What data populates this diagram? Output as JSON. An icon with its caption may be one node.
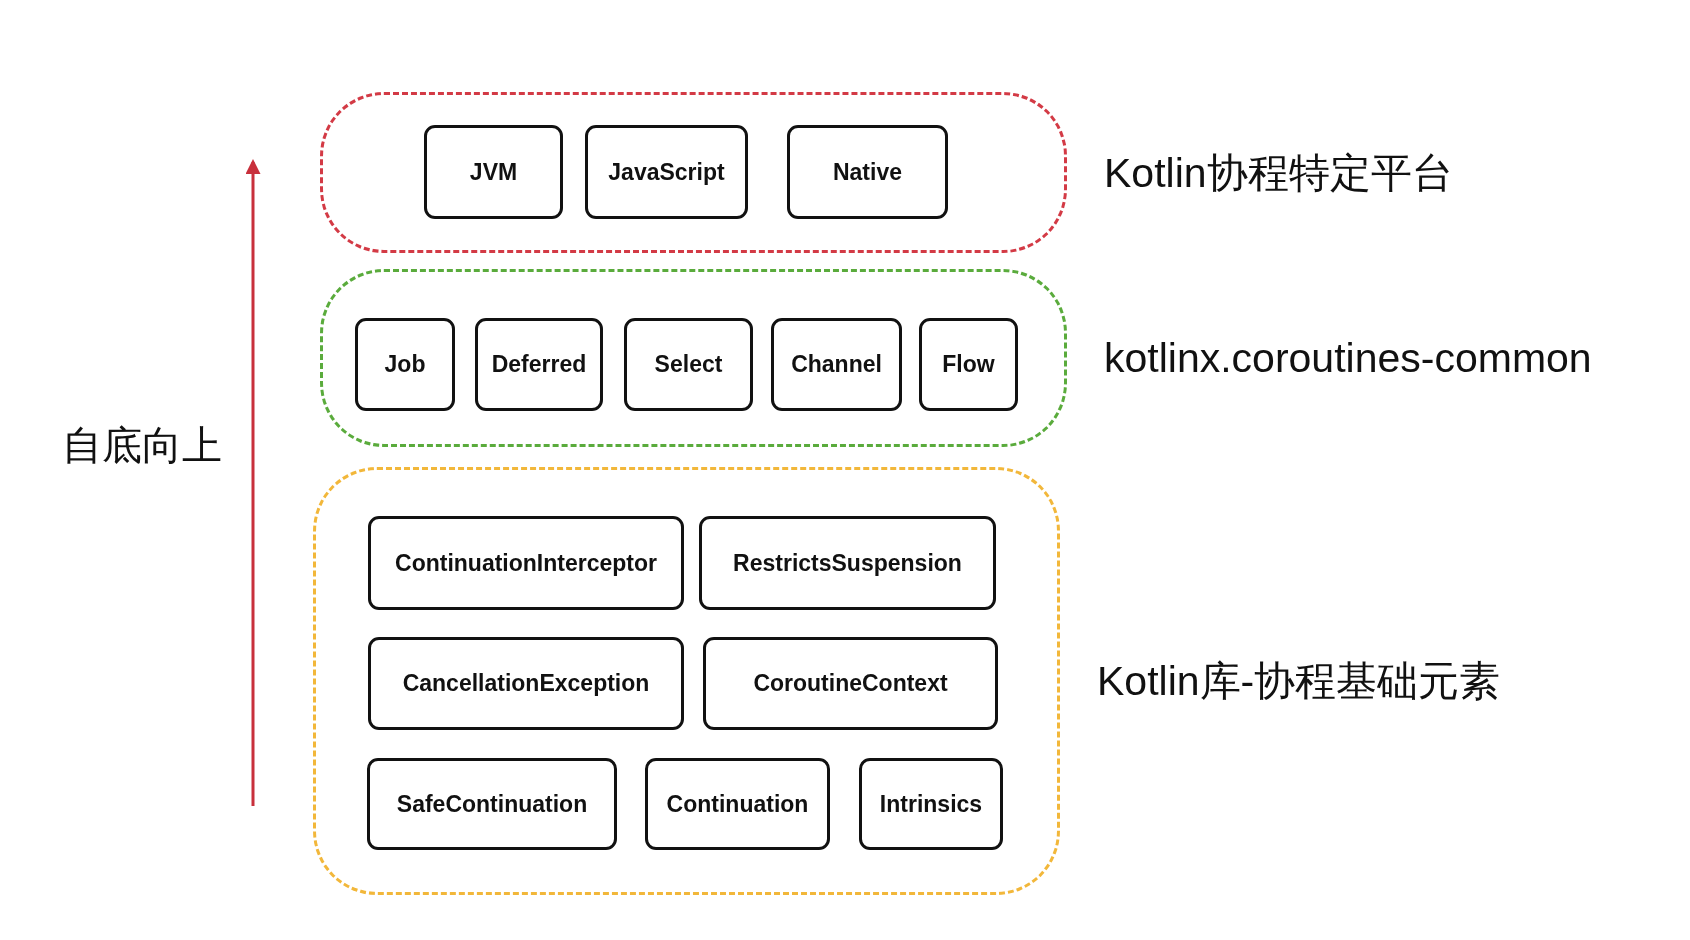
{
  "diagram": {
    "nodes": [
      {
        "text": [],
        "shape": "box",
        "beside": [
          "Kotlin协程特定平台"
        ]
      },
      {
        "text": [
          "JVM"
        ],
        "in": 0
      },
      {
        "text": [
          "JavaScript"
        ],
        "in": 0
      },
      {
        "text": [
          "Native"
        ],
        "in": 0
      },
      {
        "text": [],
        "shape": "box",
        "beside": [
          "kotlinx.coroutines-common"
        ]
      },
      {
        "text": [
          "Job"
        ],
        "in": 4
      },
      {
        "text": [
          "Deferred"
        ],
        "in": 4
      },
      {
        "text": [
          "Select"
        ],
        "in": 4
      },
      {
        "text": [
          "Channel"
        ],
        "in": 4
      },
      {
        "text": [
          "Flow"
        ],
        "in": 4
      },
      {
        "text": [],
        "shape": "box",
        "beside": [
          "Kotlin库-协程基础元素"
        ]
      },
      {
        "text": [
          "ContinuationInterceptor"
        ],
        "in": 10
      },
      {
        "text": [
          "RestrictsSuspension"
        ],
        "in": 10
      },
      {
        "text": [
          "CancellationException"
        ],
        "in": 10
      },
      {
        "text": [
          "CoroutineContext"
        ],
        "in": 10
      },
      {
        "text": [
          "SafeContinuation"
        ],
        "in": 10
      },
      {
        "text": [
          "Continuation"
        ],
        "in": 10
      },
      {
        "text": [
          "Intrinsics"
        ],
        "in": 10
      }
    ],
    "edges": [],
    "labels": [
      "自底向上"
    ]
  }
}
